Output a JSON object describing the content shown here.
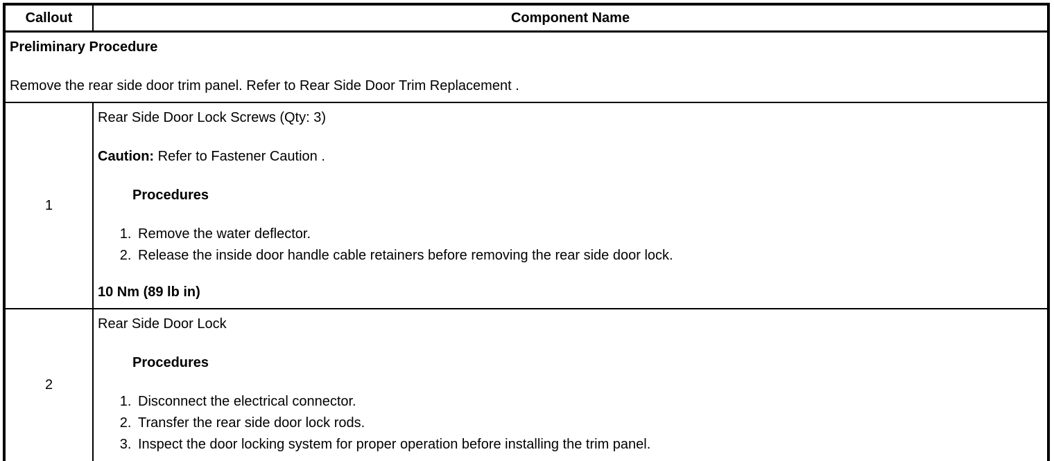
{
  "table": {
    "header": {
      "callout": "Callout",
      "component": "Component Name"
    },
    "preliminary": {
      "title": "Preliminary Procedure",
      "text_before": "Remove the rear side door trim panel. Refer to ",
      "link": "Rear Side Door Trim Replacement",
      "text_after": " ."
    },
    "rows": [
      {
        "callout": "1",
        "name": "Rear Side Door Lock Screws (Qty: 3)",
        "caution": {
          "label": "Caution:",
          "before": " Refer to ",
          "link": "Fastener Caution",
          "after": " ."
        },
        "procedures_label": "Procedures",
        "steps": [
          "Remove the water deflector.",
          "Release the inside door handle cable retainers before removing the rear side door lock."
        ],
        "torque": "10 Nm (89 lb in)"
      },
      {
        "callout": "2",
        "name": "Rear Side Door Lock",
        "procedures_label": "Procedures",
        "steps": [
          "Disconnect the electrical connector.",
          "Transfer the rear side door lock rods.",
          "Inspect the door locking system for proper operation before installing the trim panel."
        ]
      }
    ]
  }
}
